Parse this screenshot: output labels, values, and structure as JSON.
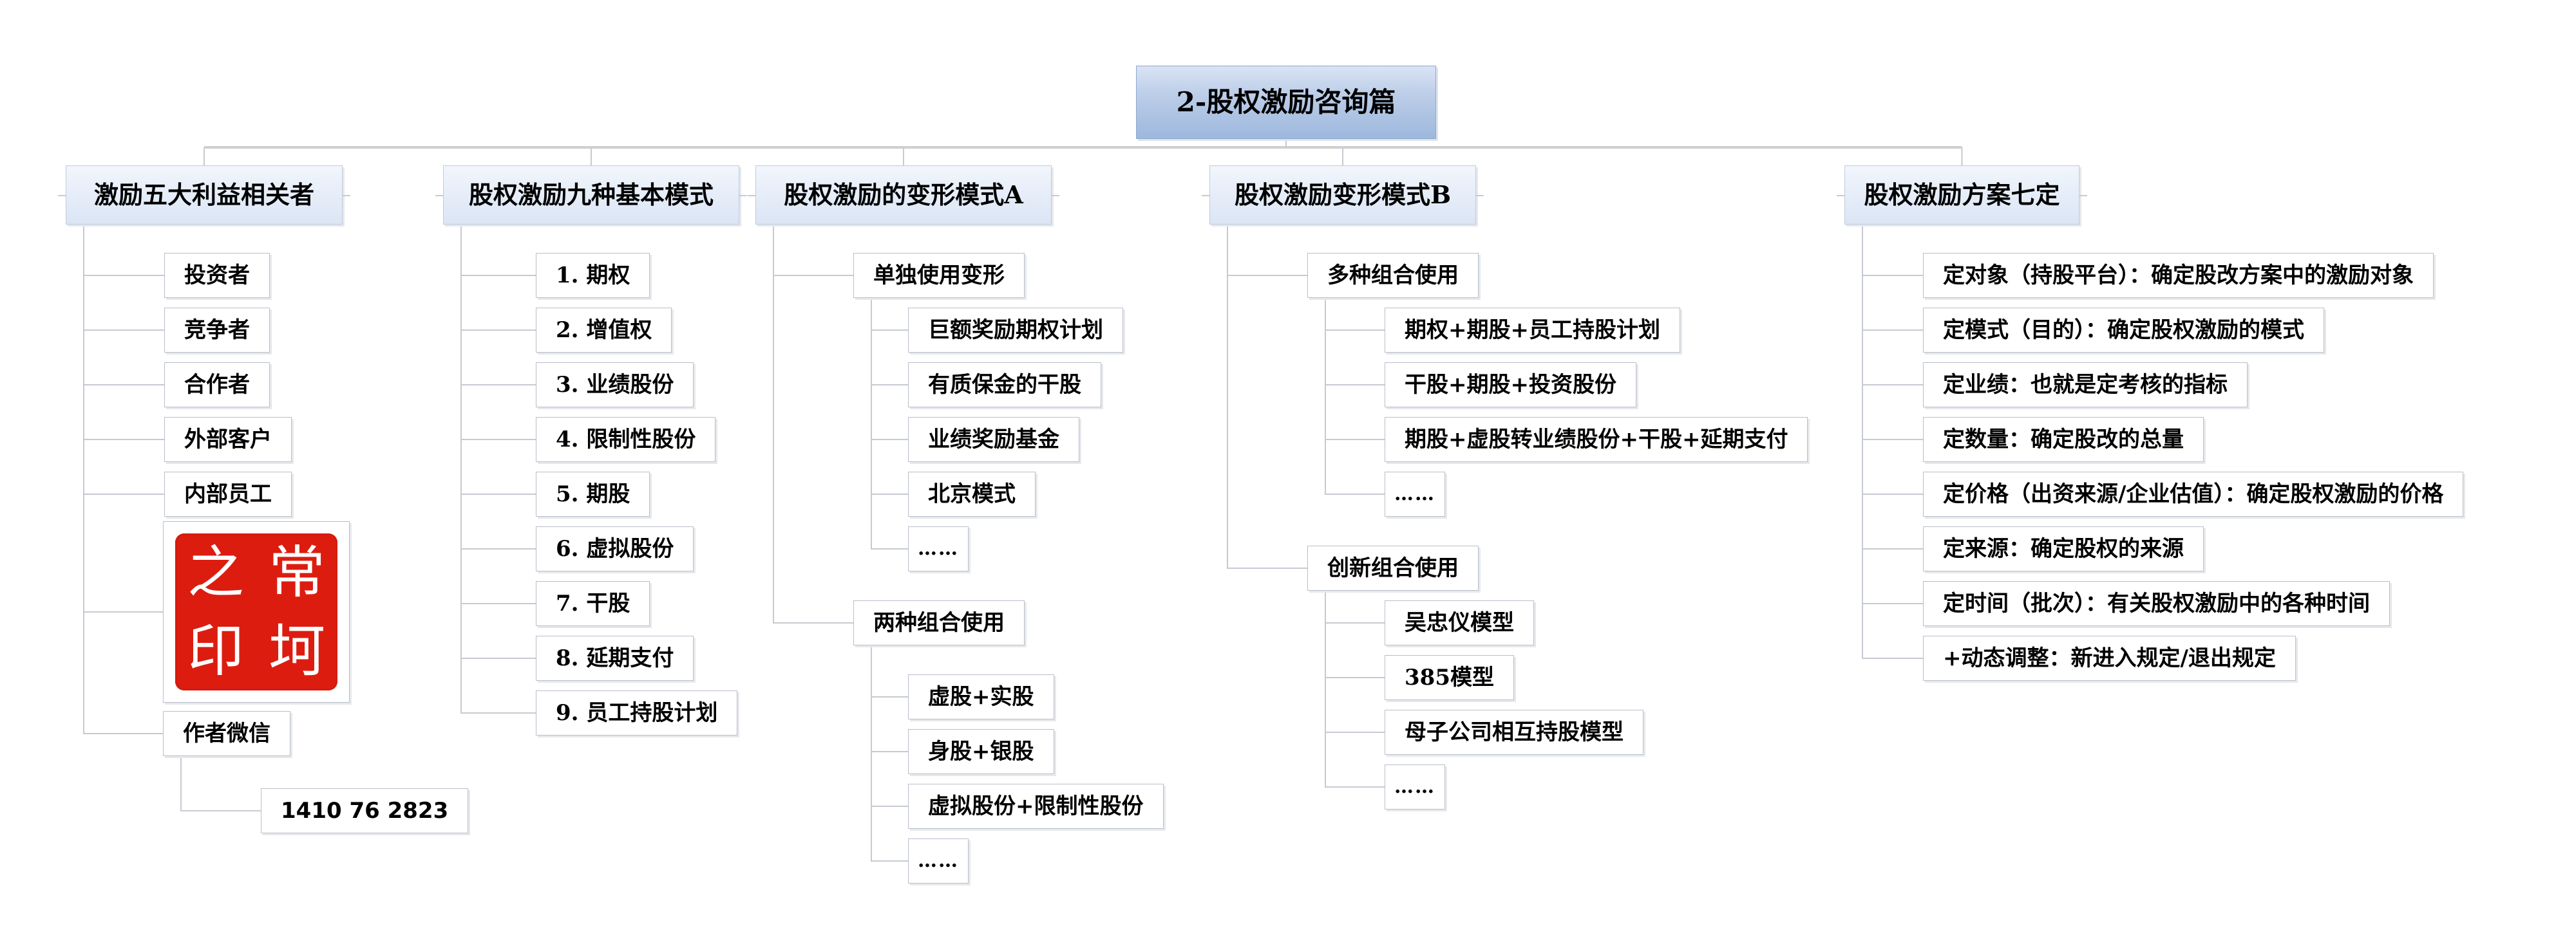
{
  "title": "2-股权激励咨询篇",
  "colors": {
    "background": "#ffffff",
    "root_gradient_top": "#d9e3f4",
    "root_gradient_bottom": "#9db8dd",
    "root_border": "#8fa9cf",
    "header_gradient_top": "#f2f6fc",
    "header_gradient_bottom": "#dbe5f4",
    "header_border": "#bfcbdf",
    "node_background": "#ffffff",
    "node_border": "#b9bfc9",
    "wire": "#c6cad1",
    "rail": "#cfcfcf",
    "seal_red": "#dd1c10",
    "text": "#000000"
  },
  "seal": {
    "label": "常坷之印",
    "tl": "之",
    "tr": "常",
    "bl": "印",
    "br": "坷"
  },
  "branches": [
    {
      "label": "激励五大利益相关者",
      "children": [
        {
          "label": "投资者"
        },
        {
          "label": "竞争者"
        },
        {
          "label": "合作者"
        },
        {
          "label": "外部客户"
        },
        {
          "label": "内部员工"
        },
        {
          "type": "seal",
          "label": "常坷之印"
        },
        {
          "label": "作者微信",
          "children": [
            {
              "label": "1410 76 2823"
            }
          ]
        }
      ]
    },
    {
      "label": "股权激励九种基本模式",
      "children": [
        {
          "label": "1. 期权"
        },
        {
          "label": "2. 增值权"
        },
        {
          "label": "3. 业绩股份"
        },
        {
          "label": "4. 限制性股份"
        },
        {
          "label": "5. 期股"
        },
        {
          "label": "6. 虚拟股份"
        },
        {
          "label": "7. 干股"
        },
        {
          "label": "8. 延期支付"
        },
        {
          "label": "9. 员工持股计划"
        }
      ]
    },
    {
      "label": "股权激励的变形模式A",
      "children": [
        {
          "label": "单独使用变形",
          "children": [
            {
              "label": "巨额奖励期权计划"
            },
            {
              "label": "有质保金的干股"
            },
            {
              "label": "业绩奖励基金"
            },
            {
              "label": "北京模式"
            },
            {
              "label": "……"
            }
          ]
        },
        {
          "label": "两种组合使用",
          "children": [
            {
              "label": "虚股+实股"
            },
            {
              "label": "身股+银股"
            },
            {
              "label": "虚拟股份+限制性股份"
            },
            {
              "label": "……"
            }
          ]
        }
      ]
    },
    {
      "label": "股权激励变形模式B",
      "children": [
        {
          "label": "多种组合使用",
          "children": [
            {
              "label": "期权+期股+员工持股计划"
            },
            {
              "label": "干股+期股+投资股份"
            },
            {
              "label": "期股+虚股转业绩股份+干股+延期支付"
            },
            {
              "label": "……"
            }
          ]
        },
        {
          "label": "创新组合使用",
          "children": [
            {
              "label": "吴忠仪模型"
            },
            {
              "label": "385模型"
            },
            {
              "label": "母子公司相互持股模型"
            },
            {
              "label": "……"
            }
          ]
        }
      ]
    },
    {
      "label": "股权激励方案七定",
      "children": [
        {
          "label": "定对象（持股平台）：确定股改方案中的激励对象"
        },
        {
          "label": "定模式（目的）：确定股权激励的模式"
        },
        {
          "label": "定业绩：也就是定考核的指标"
        },
        {
          "label": "定数量：确定股改的总量"
        },
        {
          "label": "定价格（出资来源/企业估值）：确定股权激励的价格"
        },
        {
          "label": "定来源：确定股权的来源"
        },
        {
          "label": "定时间（批次）：有关股权激励中的各种时间"
        },
        {
          "label": "+动态调整：新进入规定/退出规定"
        }
      ]
    }
  ]
}
